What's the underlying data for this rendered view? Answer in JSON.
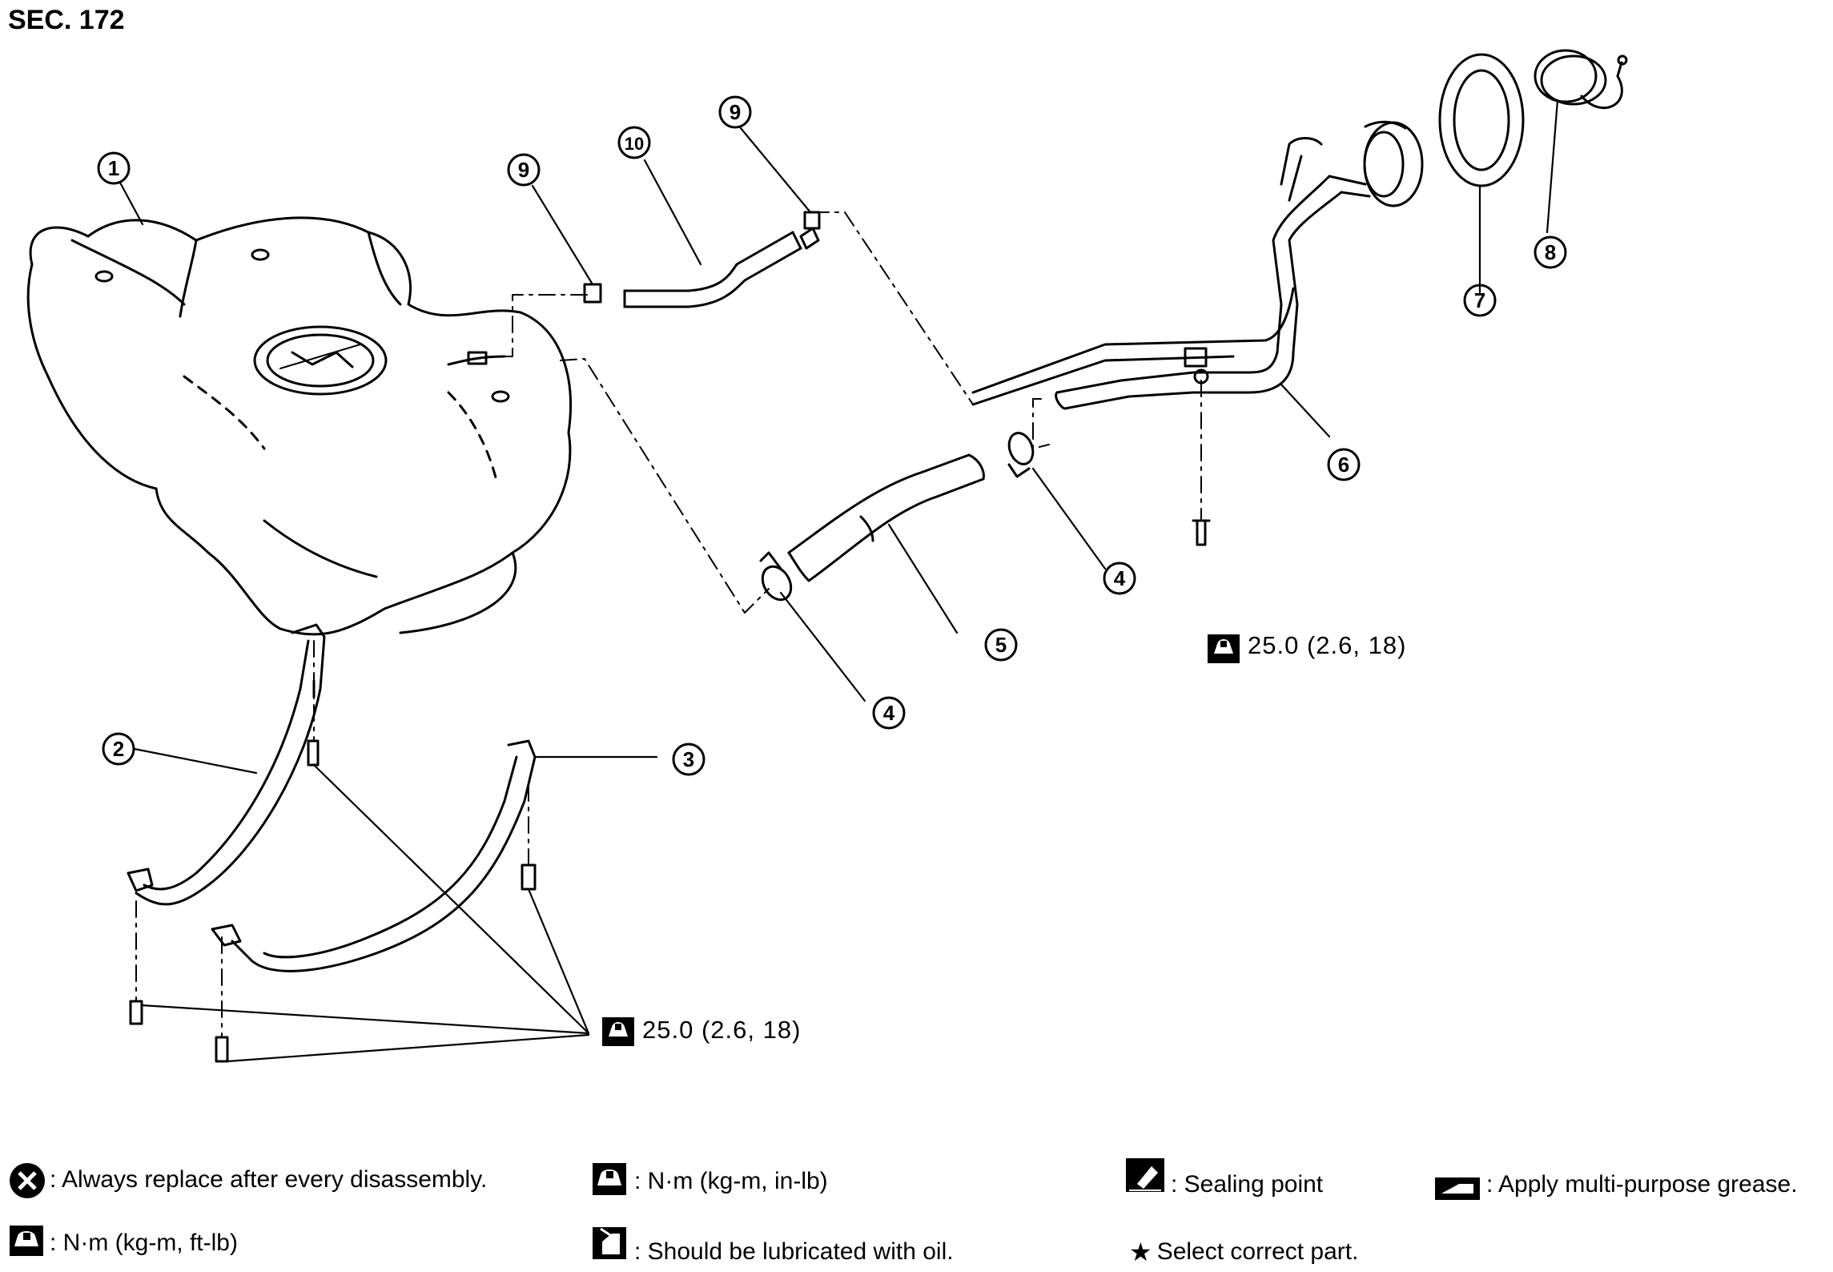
{
  "section_label": "SEC. 172",
  "callouts": {
    "c1": "1",
    "c2": "2",
    "c3": "3",
    "c4a": "4",
    "c4b": "4",
    "c5": "5",
    "c6": "6",
    "c7": "7",
    "c8": "8",
    "c9a": "9",
    "c9b": "9",
    "c10": "10"
  },
  "torque_specs": {
    "filler_tube_bolt": "25.0 (2.6, 18)",
    "strap_bolts": "25.0 (2.6, 18)"
  },
  "legend": {
    "replace": ": Always replace after every disassembly.",
    "nm_kgm_inlb": ": N·m (kg-m, in-lb)",
    "sealing_point": ": Sealing point",
    "grease": ": Apply multi-purpose grease.",
    "nm_kgm_ftlb": ": N·m (kg-m, ft-lb)",
    "lubricate_oil": ": Should be lubricated with oil.",
    "select_part": "Select correct part."
  },
  "icons": {
    "replace": "x-circle-icon",
    "torque": "torque-wrench-icon",
    "sealing": "sealing-point-icon",
    "grease": "grease-icon",
    "oil": "oil-can-icon",
    "star": "star-icon"
  }
}
